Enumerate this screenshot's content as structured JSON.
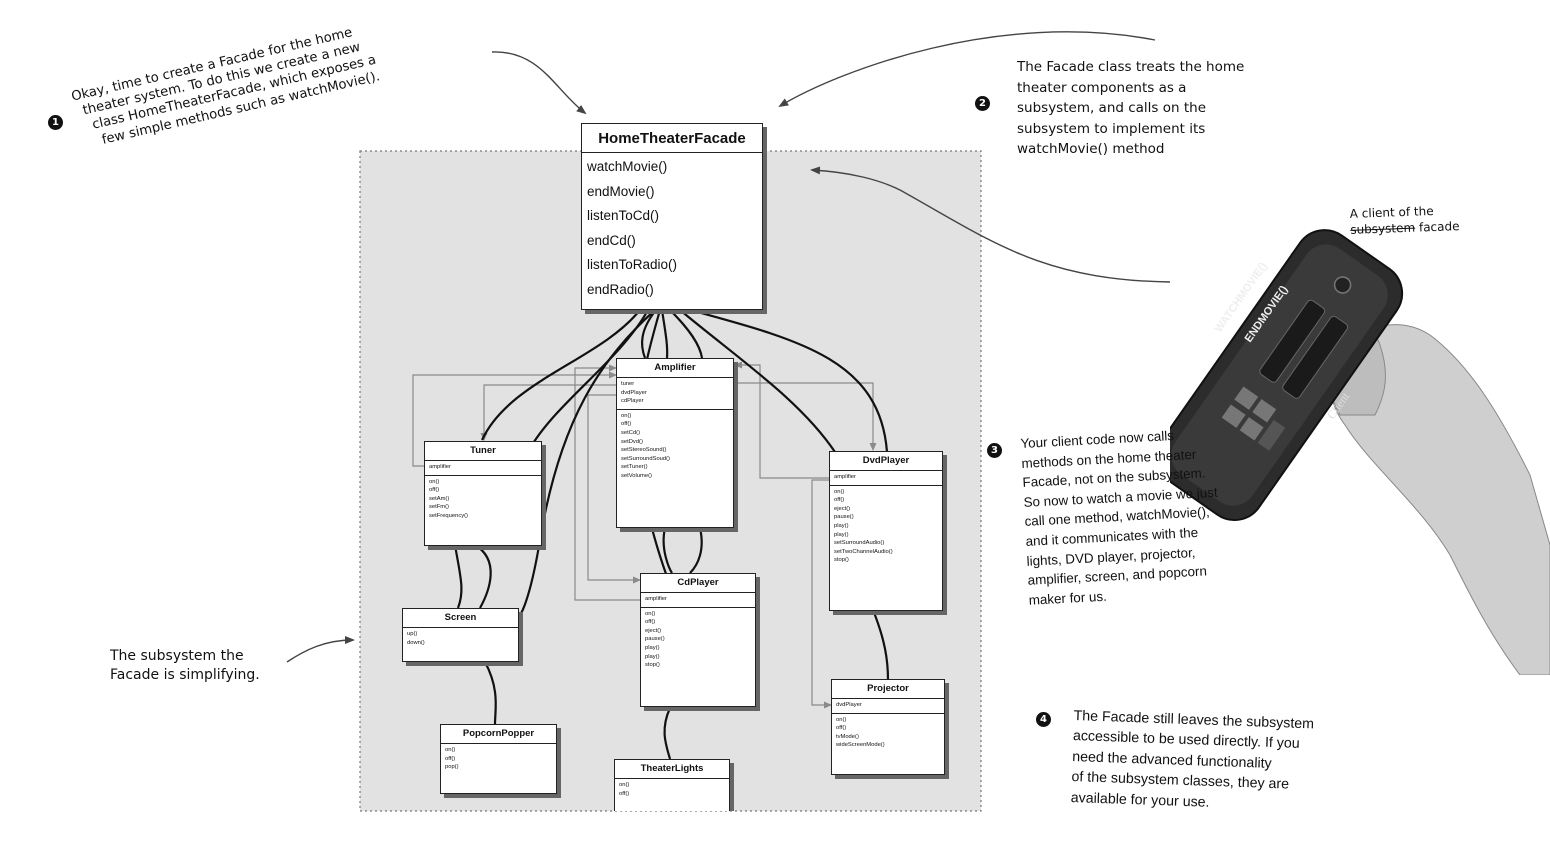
{
  "facade": {
    "name": "HomeTheaterFacade",
    "methods": [
      "watchMovie()",
      "endMovie()",
      "listenToCd()",
      "endCd()",
      "listenToRadio()",
      "endRadio()"
    ]
  },
  "classes": {
    "amplifier": {
      "name": "Amplifier",
      "attrs": [
        "tuner",
        "dvdPlayer",
        "cdPlayer"
      ],
      "methods": [
        "on()",
        "off()",
        "setCd()",
        "setDvd()",
        "setStereoSound()",
        "setSurroundSoud()",
        "setTuner()",
        "setVolume()"
      ]
    },
    "tuner": {
      "name": "Tuner",
      "attrs": [
        "amplifier"
      ],
      "methods": [
        "on()",
        "off()",
        "setAm()",
        "setFm()",
        "setFrequency()"
      ]
    },
    "dvdplayer": {
      "name": "DvdPlayer",
      "attrs": [
        "amplifier"
      ],
      "methods": [
        "on()",
        "off()",
        "eject()",
        "pause()",
        "play()",
        "play()",
        "setSurroundAudio()",
        "setTwoChannelAudio()",
        "stop()"
      ]
    },
    "cdplayer": {
      "name": "CdPlayer",
      "attrs": [
        "amplifier"
      ],
      "methods": [
        "on()",
        "off()",
        "eject()",
        "pause()",
        "play()",
        "play()",
        "stop()"
      ]
    },
    "screen": {
      "name": "Screen",
      "methods": [
        "up()",
        "down()"
      ]
    },
    "popcornpopper": {
      "name": "PopcornPopper",
      "methods": [
        "on()",
        "off()",
        "pop()"
      ]
    },
    "projector": {
      "name": "Projector",
      "attrs": [
        "dvdPlayer"
      ],
      "methods": [
        "on()",
        "off()",
        "tvMode()",
        "wideScreenMode()"
      ]
    },
    "theaterlights": {
      "name": "TheaterLights",
      "methods": [
        "on()",
        "off()"
      ]
    }
  },
  "notes": {
    "n1": {
      "bullet": "1",
      "lines": [
        "Okay, time to create a Facade for the home",
        "theater system. To do this we create a new",
        "class HomeTheaterFacade, which exposes a",
        "few simple methods such as watchMovie()."
      ]
    },
    "n2": {
      "bullet": "2",
      "lines": [
        "The Facade class treats the home",
        "theater components as a",
        "subsystem, and calls on the",
        "subsystem to implement its",
        "watchMovie() method"
      ]
    },
    "n3": {
      "bullet": "3",
      "lines": [
        "Your client code now calls",
        "methods on the home theater",
        "Facade, not on the subsystem.",
        "So now to watch a movie we just",
        "call one method, watchMovie(),",
        "and it communicates with the",
        "lights, DVD player, projector,",
        "amplifier, screen, and popcorn",
        "maker for us."
      ]
    },
    "n4": {
      "bullet": "4",
      "lines": [
        "The Facade still leaves the subsystem",
        "accessible to be used directly.  If you",
        "need the advanced functionality",
        "of the subsystem classes, they are",
        "available for your use."
      ]
    },
    "subsystem": {
      "lines": [
        "The subsystem the",
        "Facade is simplifying."
      ]
    },
    "client": {
      "line1": "A client of the",
      "struck": "subsystem",
      "word": "facade"
    }
  },
  "remote": {
    "button1": "WATCHMOVIE()",
    "button2": "ENDMOVIE()",
    "brand": "Client"
  },
  "colors": {
    "subsystem_bg": "#e2e2e2",
    "box_border": "#222222",
    "arrow_gray": "#8a8a8a"
  }
}
